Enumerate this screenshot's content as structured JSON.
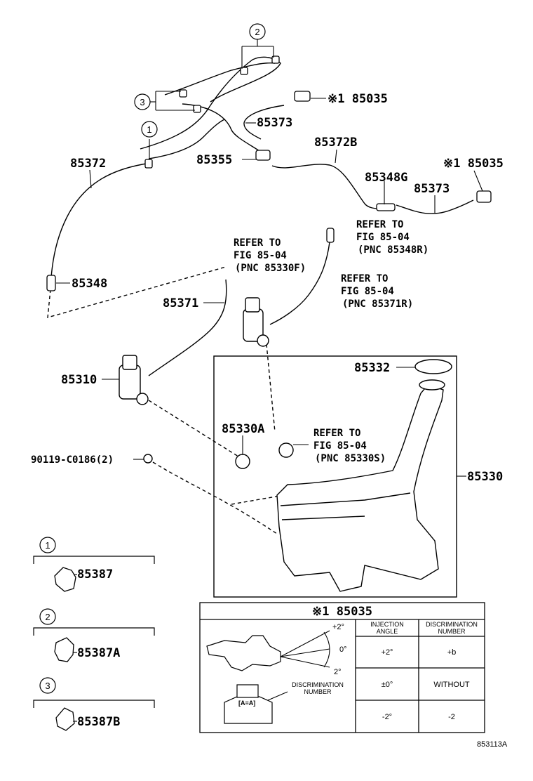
{
  "callouts": {
    "c1": "1",
    "c2": "2",
    "c3": "3"
  },
  "parts": {
    "p85035_top": "※1 85035",
    "p85373_top": "85373",
    "p85372": "85372",
    "p85355": "85355",
    "p85372B": "85372B",
    "p85035_right": "※1 85035",
    "p85348G": "85348G",
    "p85373_right": "85373",
    "p85348": "85348",
    "p85371": "85371",
    "p85310": "85310",
    "p85332": "85332",
    "p85330A": "85330A",
    "p90119": "90119-C0186(2)",
    "p85330": "85330",
    "p85387": "85387",
    "p85387A": "85387A",
    "p85387B": "85387B"
  },
  "refs": {
    "r1": [
      "REFER TO",
      "FIG 85-04",
      "(PNC 85330F)"
    ],
    "r2": [
      "REFER TO",
      "FIG 85-04",
      "(PNC 85348R)"
    ],
    "r3": [
      "REFER TO",
      "FIG 85-04",
      "(PNC 85371R)"
    ],
    "r4": [
      "REFER TO",
      "FIG 85-04",
      "(PNC 85330S)"
    ]
  },
  "detail_table": {
    "title": "※1 85035",
    "col1_header": [
      "INJECTION",
      "ANGLE"
    ],
    "col2_header": [
      "DISCRIMINATION",
      "NUMBER"
    ],
    "rows": [
      {
        "angle": "+2°",
        "number": "+b"
      },
      {
        "angle": "±0°",
        "number": "WITHOUT"
      },
      {
        "angle": "-2°",
        "number": "-2"
      }
    ],
    "angle_labels": [
      "+2°",
      "0°",
      "2°"
    ],
    "stamp_text": "[A=A]",
    "discrimination_label": [
      "DISCRIMINATION",
      "NUMBER"
    ]
  },
  "figure_id": "853113A"
}
